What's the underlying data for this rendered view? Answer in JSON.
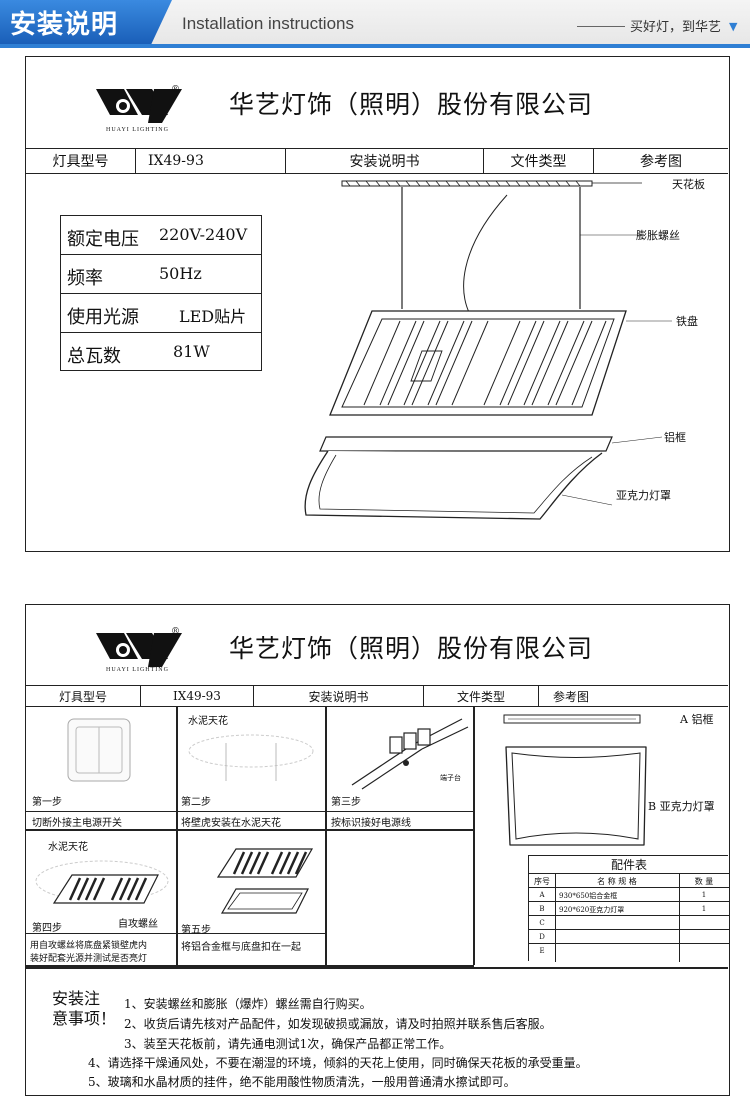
{
  "header": {
    "title": "安装说明",
    "subtitle": "Installation instructions",
    "slogan": "买好灯，到华艺",
    "dropdown_icon": "triangle-down-icon"
  },
  "company": {
    "name": "华艺灯饰（照明）股份有限公司",
    "logo_caption": "HUAYI LIGHTING",
    "logo_mark": "®"
  },
  "info_bar": {
    "model_label": "灯具型号",
    "model_value": "IX49-93",
    "doc_title": "安装说明书",
    "type_label": "文件类型",
    "type_value": "参考图"
  },
  "specs": [
    {
      "label": "额定电压",
      "value": "220V-240V"
    },
    {
      "label": "频率",
      "value": "50Hz"
    },
    {
      "label": "使用光源",
      "value": "LED贴片"
    },
    {
      "label": "总瓦数",
      "value": "81W"
    }
  ],
  "diagram_labels": {
    "ceiling": "天花板",
    "bolt": "膨胀螺丝",
    "tray": "铁盘",
    "frame": "铝框",
    "cover": "亚克力灯罩"
  },
  "steps": [
    {
      "step": "第一步",
      "caption": "切断外接主电源开关"
    },
    {
      "step": "第二步",
      "caption": "将壁虎安装在水泥天花",
      "tag": "水泥天花"
    },
    {
      "step": "第三步",
      "caption": "按标识接好电源线",
      "tag": "端子台"
    },
    {
      "step": "第四步",
      "caption": "用自攻螺丝将底盘紧锁壁虎内装好配套光源并测试是否亮灯",
      "caption_line1": "用自攻螺丝将底盘紧锁壁虎内",
      "caption_line2": "装好配套光源并测试是否亮灯",
      "tag": "水泥天花",
      "tag2": "自攻螺丝"
    },
    {
      "step": "第五步",
      "caption": "将铝合金框与底盘扣在一起"
    }
  ],
  "parts_labels": {
    "a": "A 铝框",
    "b": "B 亚克力灯罩"
  },
  "parts_table": {
    "title": "配件表",
    "headers": [
      "序号",
      "名 称 规 格",
      "数 量"
    ],
    "rows": [
      {
        "id": "A",
        "name": "930*650铝合金框",
        "qty": "1"
      },
      {
        "id": "B",
        "name": "920*620亚克力灯罩",
        "qty": "1"
      },
      {
        "id": "C",
        "name": "",
        "qty": ""
      },
      {
        "id": "D",
        "name": "",
        "qty": ""
      },
      {
        "id": "E",
        "name": "",
        "qty": ""
      }
    ]
  },
  "notes": {
    "title_line1": "安装注",
    "title_line2": "意事项！",
    "items": [
      "1、安装螺丝和膨胀（爆炸）螺丝需自行购买。",
      "2、收货后请先核对产品配件，如发现破损或漏放，请及时拍照并联系售后客服。",
      "3、装至天花板前，请先通电测试1次，确保产品都正常工作。",
      "4、请选择干燥通风处，不要在潮湿的环境，倾斜的天花上使用，同时确保天花板的承受重量。",
      "5、玻璃和水晶材质的挂件，绝不能用酸性物质清洗，一般用普通清水擦试即可。"
    ]
  }
}
